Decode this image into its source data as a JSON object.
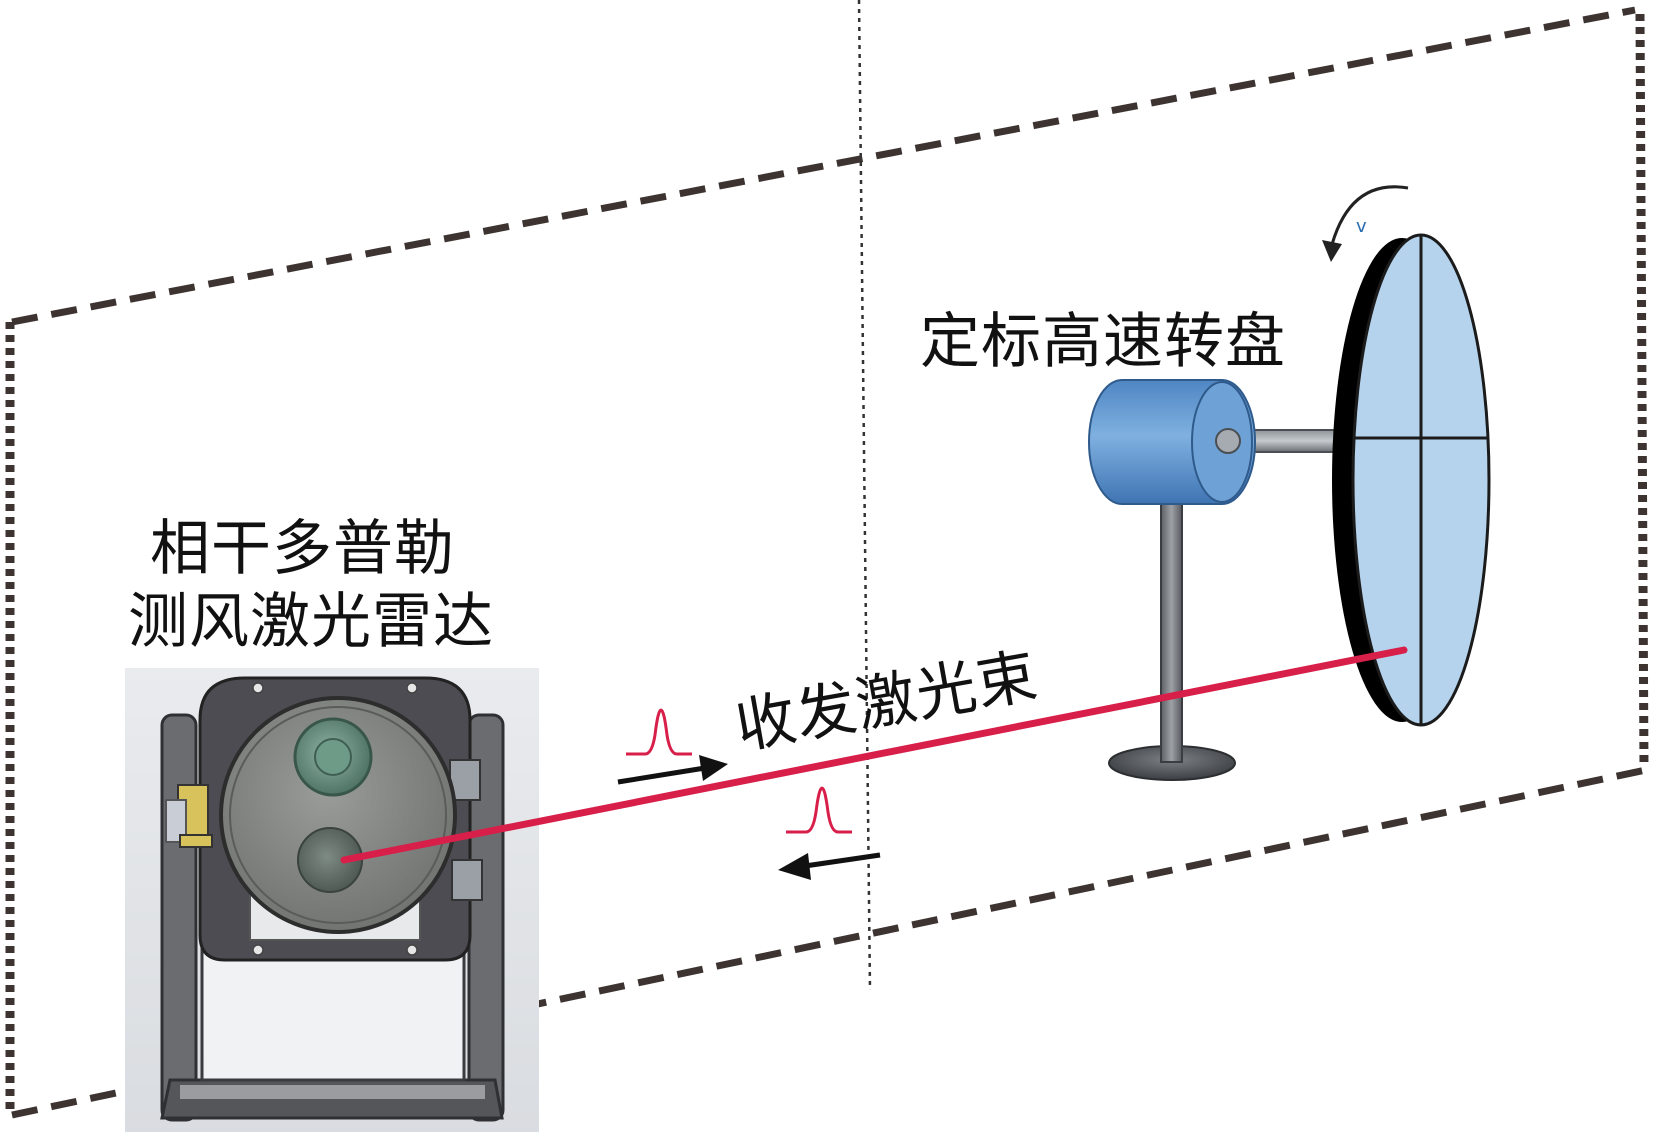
{
  "labels": {
    "radar_line1": "相干多普勒",
    "radar_line2": "测风激光雷达",
    "turntable": "定标高速转盘",
    "beam": "收发激光束",
    "rotation_symbol": "v"
  },
  "colors": {
    "laser_beam": "#d81f4a",
    "frame_dash": "#3d3431",
    "disc_face": "#b5d3ec",
    "motor_body": "#5b8fc9",
    "stand": "#6f7378",
    "pulse": "#d81f4a",
    "arrow": "#111111"
  },
  "icons": {
    "outgoing_arrow": "arrow-right-icon",
    "returning_arrow": "arrow-left-icon",
    "pulse": "pulse-waveform-icon",
    "rotation": "curved-rotation-arrow-icon"
  }
}
